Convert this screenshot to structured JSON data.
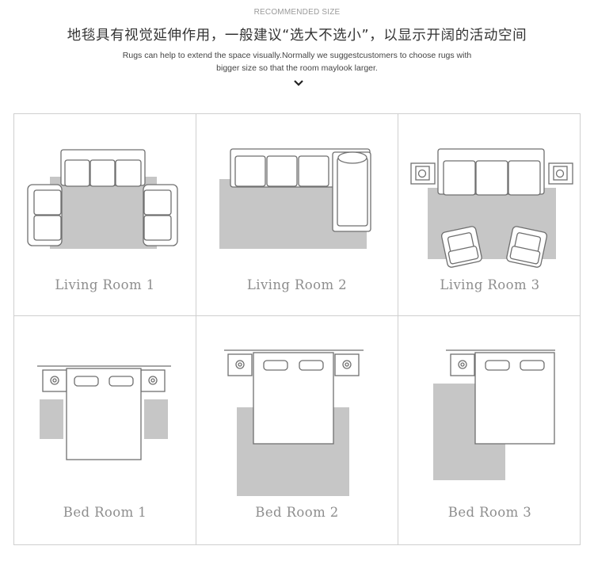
{
  "header": {
    "eyebrow": "RECOMMENDED SIZE",
    "title": "地毯具有视觉延伸作用，一般建议“选大不选小”，以显示开阔的活动空间",
    "description_line1": "Rugs  can  help  to  extend the space visually.Normally we suggestcustomers to choose rugs with",
    "description_line2": "bigger size so that the room  maylook larger."
  },
  "rooms": [
    {
      "id": "living-room-1",
      "label": "Living Room 1"
    },
    {
      "id": "living-room-2",
      "label": "Living Room 2"
    },
    {
      "id": "living-room-3",
      "label": "Living Room 3"
    },
    {
      "id": "bed-room-1",
      "label": "Bed Room 1"
    },
    {
      "id": "bed-room-2",
      "label": "Bed Room 2"
    },
    {
      "id": "bed-room-3",
      "label": "Bed Room 3"
    }
  ],
  "colors": {
    "rug": "#c6c6c6",
    "line": "#6f6f6f",
    "border": "#cfcfcf",
    "label": "#8e8e8e"
  },
  "icons": {
    "scroll_hint": "chevron-down-icon"
  }
}
